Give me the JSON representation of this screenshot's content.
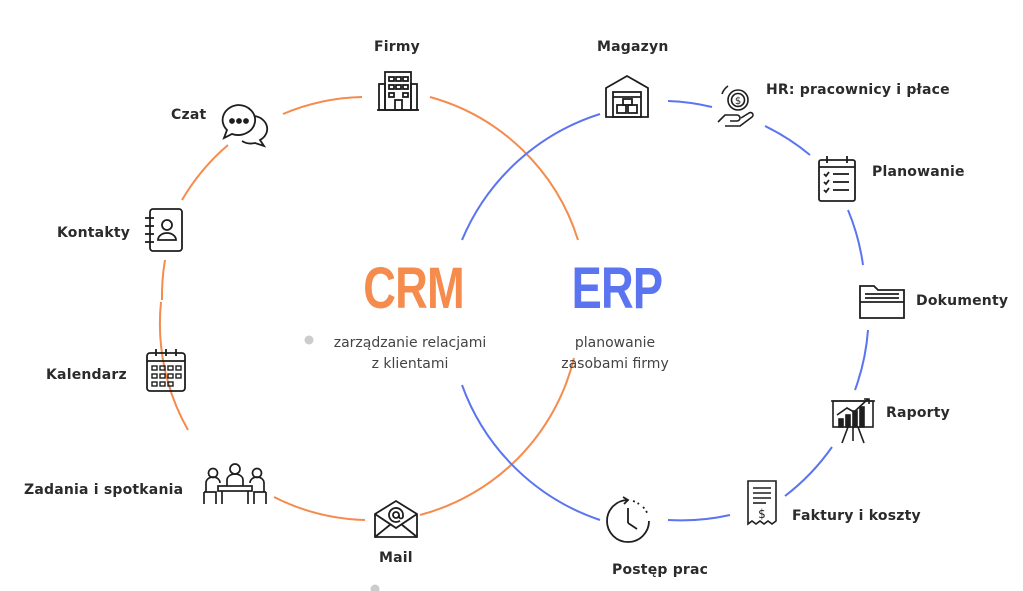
{
  "colors": {
    "crm": "#f58b4c",
    "erp": "#5b74f0",
    "text": "#2b2b2b",
    "icon": "#1e1e1e"
  },
  "crm": {
    "title": "CRM",
    "subtitle_line1": "zarządzanie relacjami",
    "subtitle_line2": "z klientami",
    "items": [
      "Firmy",
      "Czat",
      "Kontakty",
      "Kalendarz",
      "Zadania i spotkania",
      "Mail"
    ]
  },
  "erp": {
    "title": "ERP",
    "subtitle_line1": "planowanie",
    "subtitle_line2": "zasobami firmy",
    "items": [
      "Magazyn",
      "HR: pracownicy i płace",
      "Planowanie",
      "Dokumenty",
      "Raporty",
      "Faktury i koszty",
      "Postęp prac"
    ]
  },
  "icons": {
    "firmy": "building-icon",
    "czat": "chat-bubbles-icon",
    "kontakty": "address-book-icon",
    "kalendarz": "calendar-icon",
    "zadania": "meeting-icon",
    "mail": "envelope-at-icon",
    "magazyn": "warehouse-icon",
    "hr": "hand-coin-icon",
    "planowanie": "checklist-clipboard-icon",
    "dokumenty": "folder-icon",
    "raporty": "chart-easel-icon",
    "faktury": "receipt-icon",
    "postep": "clock-progress-icon"
  }
}
